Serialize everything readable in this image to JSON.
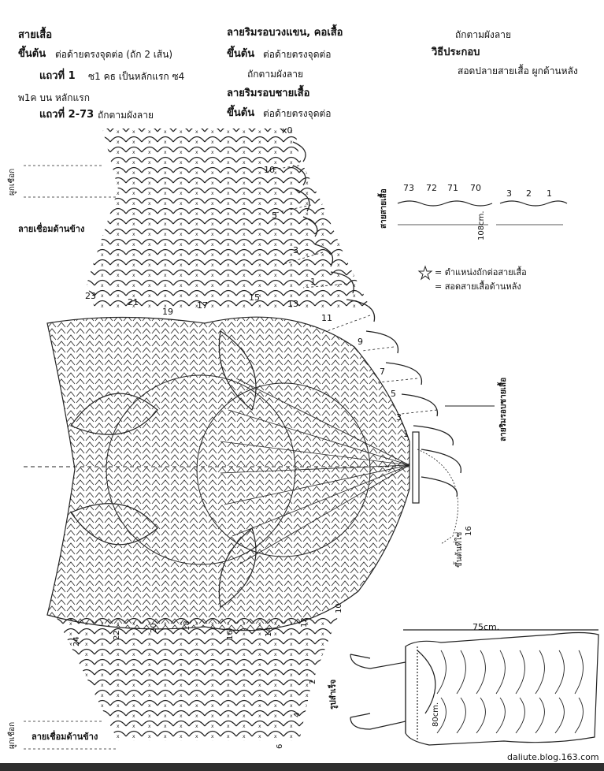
{
  "instructions": {
    "body_title": "สายเสื้อ",
    "body_start_label": "ขึ้นต้น",
    "body_start_text": "ต่อด้ายตรงจุดต่อ  (ถัก 2 เส้น)",
    "row1_label": "แถวที่ 1",
    "row1_text": "ซ1 คธ เป็นหลักแรก ซ4",
    "row1_cont": "พ1ค บน หลักแรก",
    "rows_label": "แถวที่ 2-73",
    "rows_text": "ถักตามผังลาย",
    "edge_title": "ลายริมรอบวงแขน, คอเสื้อ",
    "edge_start_label": "ขึ้นต้น",
    "edge_start_text": "ต่อด้ายตรงจุดต่อ",
    "edge_follow": "ถักตามผังลาย",
    "hem_title": "ลายริมรอบชายเสื้อ",
    "hem_start_label": "ขึ้นต้น",
    "hem_start_text": "ต่อด้ายตรงจุดต่อ",
    "top_right_follow": "ถักตามผังลาย",
    "assembly_title": "วิธีประกอบ",
    "assembly_text": "สอดปลายสายเสื้อ  ผูกด้านหลัง"
  },
  "legend": {
    "star_text": "= ตำแหน่งถักต่อสายเสื้อ",
    "eq_text": "= สอดสายเสื้อด้านหลัง"
  },
  "labels": {
    "side_join_top": "ลายเชื่อมด้านข้าง",
    "side_join_bottom": "ลายเชื่อมด้านข้าง",
    "left_mark_top": "ผูกเชือก",
    "left_mark_bottom": "ผูกเชือก",
    "strap_label": "สายสายเสื้อ",
    "strap_length": "108cm.",
    "hem_edge_label": "ลายริมรอบชายเสื้อ",
    "start_here": "ขึ้นต้นที่ใช่",
    "start_num": "16",
    "finished_label": "รูปสำเร็จ",
    "width_75": "75cm.",
    "height_80": "80cm."
  },
  "strap_numbers": [
    "73",
    "72",
    "71",
    "70",
    "3",
    "2",
    "1"
  ],
  "row_numbers_upper": [
    "23",
    "21",
    "19",
    "17",
    "15",
    "13",
    "11",
    "9",
    "7",
    "5",
    "3",
    "1"
  ],
  "row_numbers_lower": [
    "24",
    "22",
    "20",
    "18",
    "16",
    "14",
    "12",
    "10"
  ],
  "right_numbers": [
    "10",
    "5",
    "3",
    "1",
    "x0"
  ],
  "left_bottom_numbers": [
    "2",
    "4",
    "6"
  ],
  "watermark": "daliute.blog.163.com",
  "colors": {
    "ink": "#1a1a1a",
    "footer": "#2e2e2e"
  }
}
